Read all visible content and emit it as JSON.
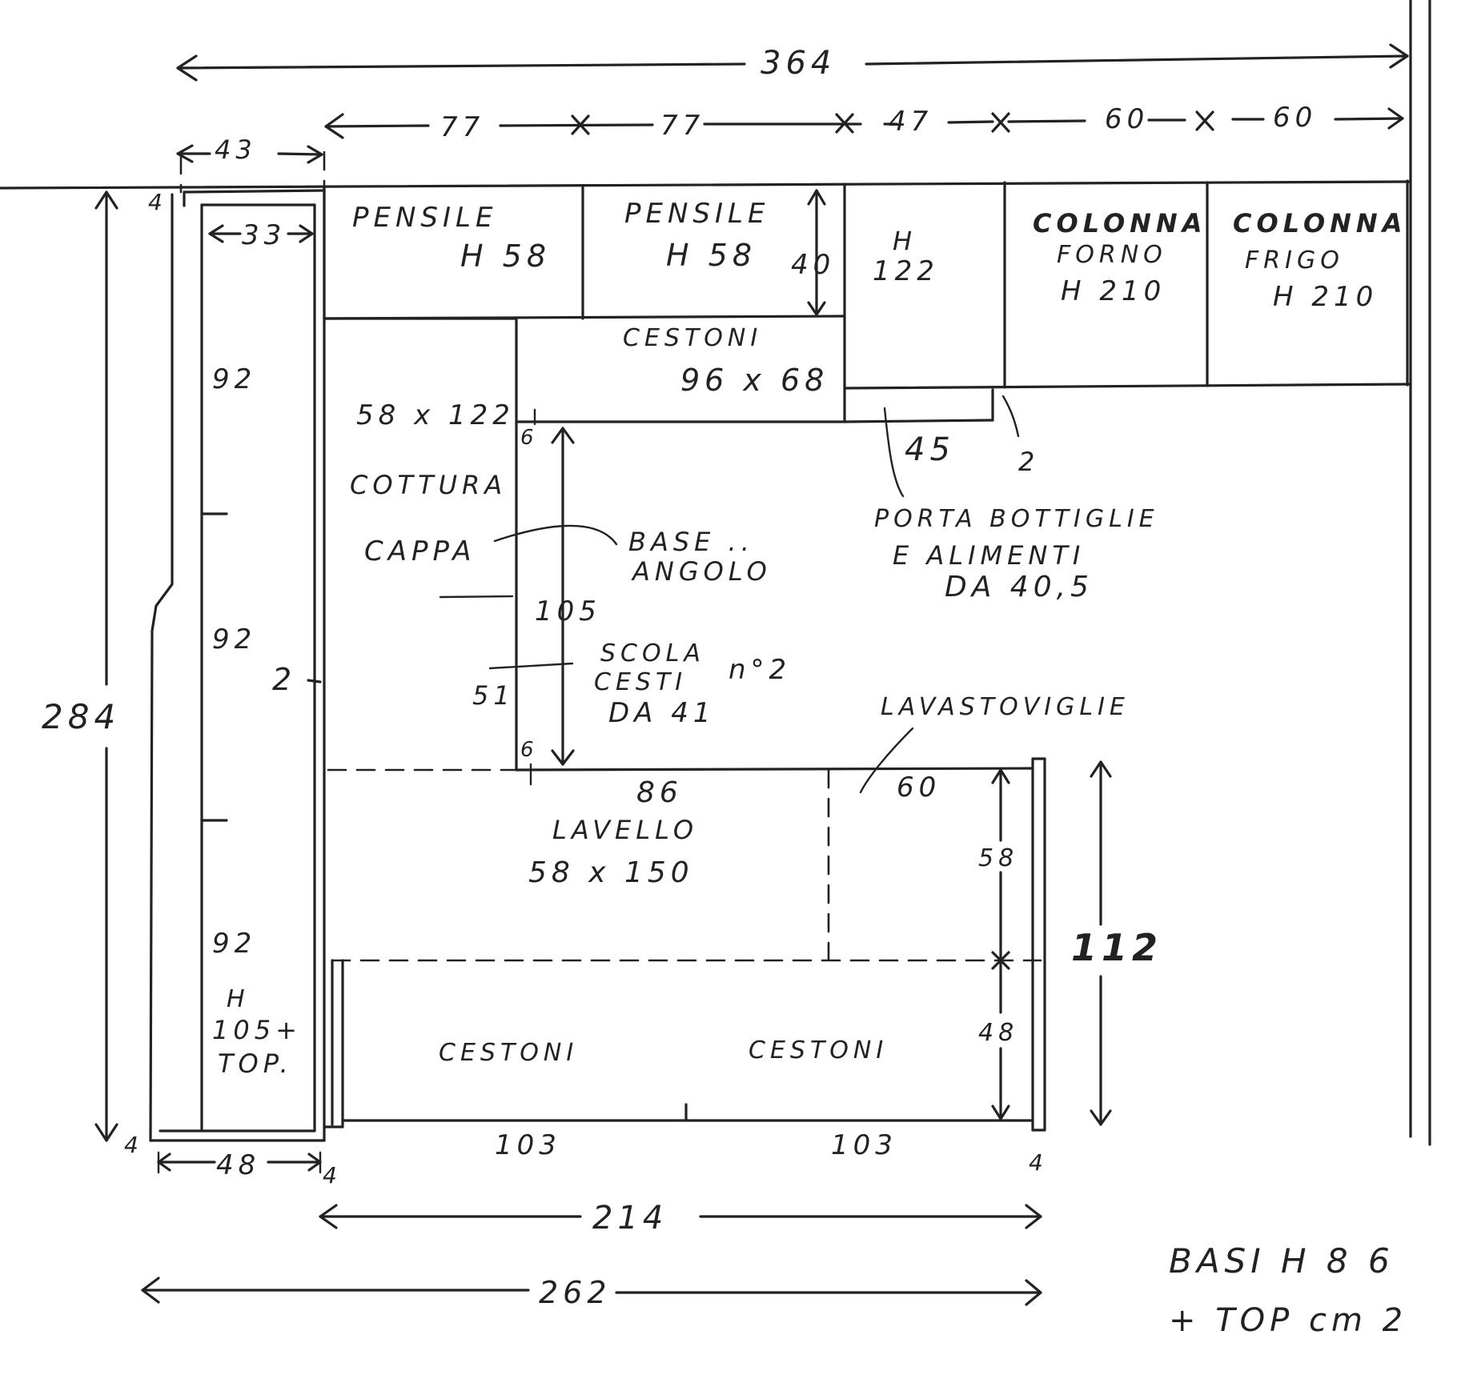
{
  "dims": {
    "total_364": "364",
    "wall_77a": "77",
    "wall_77b": "77",
    "wall_47": "47",
    "wall_60a": "60",
    "wall_60b": "60",
    "top_43": "43",
    "inner_33": "33",
    "height_284": "284",
    "h_40": "40",
    "side_92a": "92",
    "side_92b": "92",
    "side_92c": "92",
    "gap_2": "2",
    "gap_4_tl": "4",
    "gap_4_bl": "4",
    "gap_4_b": "4",
    "gap_4_br": "4",
    "dim_6a": "6",
    "dim_6b": "6",
    "dim_105": "105",
    "dim_51": "51",
    "dim_45": "45",
    "dim_2b": "2",
    "dim_86": "86",
    "dim_60c": "60",
    "dim_58": "58",
    "dim_48": "48",
    "dim_112": "112",
    "dim_103a": "103",
    "dim_103b": "103",
    "dim_48b": "48",
    "dim_214": "214",
    "dim_262": "262"
  },
  "labels": {
    "pensile1": [
      "PENSILE",
      "H 58"
    ],
    "pensile2": [
      "PENSILE",
      "H 58"
    ],
    "h122": [
      "H",
      "122"
    ],
    "colonna_forno": [
      "COLONNA",
      "FORNO",
      "H 210"
    ],
    "colonna_frigo": [
      "COLONNA",
      "FRIGO",
      "H 210"
    ],
    "cestoni_top": [
      "CESTONI",
      "96 x 68"
    ],
    "cottura": [
      "58 x 122",
      "COTTURA"
    ],
    "cappa": "CAPPA",
    "base_angolo": [
      "BASE ..",
      "ANGOLO"
    ],
    "porta_bottiglie": [
      "PORTA  BOTTIGLIE",
      "E  ALIMENTI",
      "DA  40,5"
    ],
    "scola": [
      "SCOLA",
      "CESTI",
      "DA 41"
    ],
    "scola_n": "n°2",
    "lavastoviglie": "LAVASTOVIGLIE",
    "lavello": [
      "LAVELLO",
      "58 x 150"
    ],
    "cestoni_a": "CESTONI",
    "cestoni_b": "CESTONI",
    "tall_col": [
      "H",
      "105+",
      "TOP."
    ],
    "basi": [
      "BASI   H 8 6",
      "+ TOP cm 2"
    ]
  },
  "colors": {
    "ink": "#222222",
    "paper": "#ffffff"
  }
}
